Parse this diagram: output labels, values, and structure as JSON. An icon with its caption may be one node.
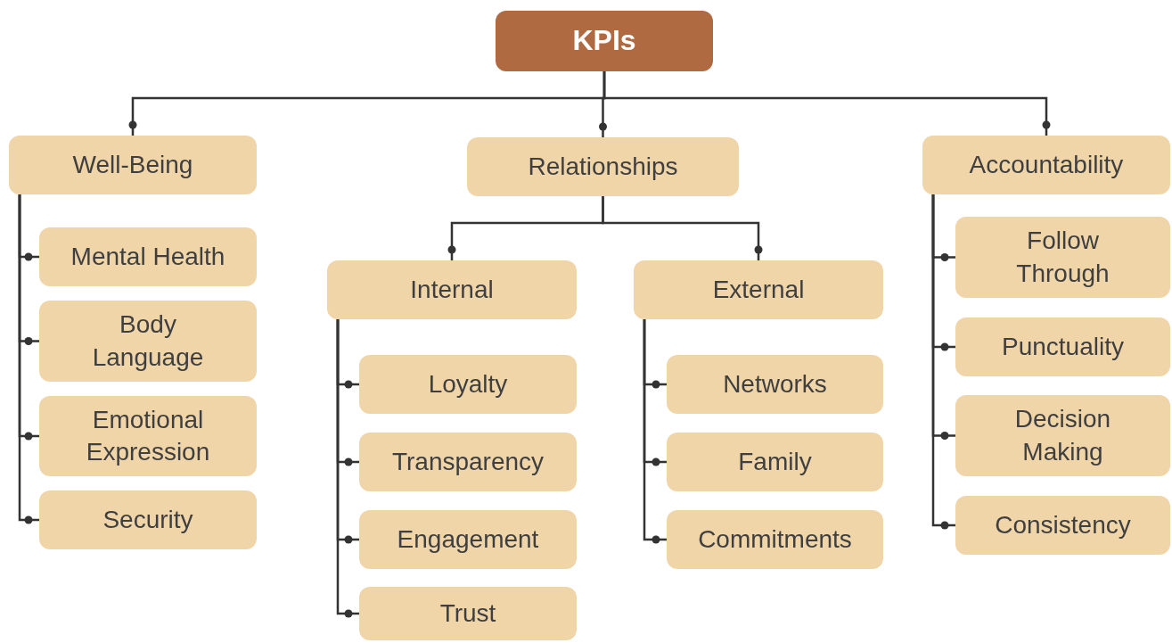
{
  "diagram": {
    "nodes": [
      {
        "text": [
          "KPIs"
        ]
      },
      {
        "text": [
          "Well-Being"
        ]
      },
      {
        "text": [
          "Mental Health"
        ]
      },
      {
        "text": [
          "Body Language"
        ]
      },
      {
        "text": [
          "Emotional Expression"
        ]
      },
      {
        "text": [
          "Security"
        ]
      },
      {
        "text": [
          "Relationships"
        ]
      },
      {
        "text": [
          "Internal"
        ]
      },
      {
        "text": [
          "Loyalty"
        ]
      },
      {
        "text": [
          "Transparency"
        ]
      },
      {
        "text": [
          "Engagement"
        ]
      },
      {
        "text": [
          "Trust"
        ]
      },
      {
        "text": [
          "External"
        ]
      },
      {
        "text": [
          "Networks"
        ]
      },
      {
        "text": [
          "Family"
        ]
      },
      {
        "text": [
          "Commitments"
        ]
      },
      {
        "text": [
          "Accountability"
        ]
      },
      {
        "text": [
          "Follow Through"
        ]
      },
      {
        "text": [
          "Punctuality"
        ]
      },
      {
        "text": [
          "Decision Making"
        ]
      },
      {
        "text": [
          "Consistency"
        ]
      }
    ],
    "edges": [
      {
        "from": 0,
        "to": 1,
        "arrow": "other"
      },
      {
        "from": 0,
        "to": 6,
        "arrow": "other"
      },
      {
        "from": 0,
        "to": 16,
        "arrow": "other"
      },
      {
        "from": 1,
        "to": 2,
        "arrow": "other"
      },
      {
        "from": 1,
        "to": 3,
        "arrow": "other"
      },
      {
        "from": 1,
        "to": 4,
        "arrow": "other"
      },
      {
        "from": 1,
        "to": 5,
        "arrow": "other"
      },
      {
        "from": 6,
        "to": 7,
        "arrow": "other"
      },
      {
        "from": 6,
        "to": 12,
        "arrow": "other"
      },
      {
        "from": 7,
        "to": 8,
        "arrow": "other"
      },
      {
        "from": 7,
        "to": 9,
        "arrow": "other"
      },
      {
        "from": 7,
        "to": 10,
        "arrow": "other"
      },
      {
        "from": 7,
        "to": 11,
        "arrow": "other"
      },
      {
        "from": 12,
        "to": 13,
        "arrow": "other"
      },
      {
        "from": 12,
        "to": 14,
        "arrow": "other"
      },
      {
        "from": 12,
        "to": 15,
        "arrow": "other"
      },
      {
        "from": 16,
        "to": 17,
        "arrow": "other"
      },
      {
        "from": 16,
        "to": 18,
        "arrow": "other"
      },
      {
        "from": 16,
        "to": 19,
        "arrow": "other"
      },
      {
        "from": 16,
        "to": 20,
        "arrow": "other"
      }
    ]
  }
}
